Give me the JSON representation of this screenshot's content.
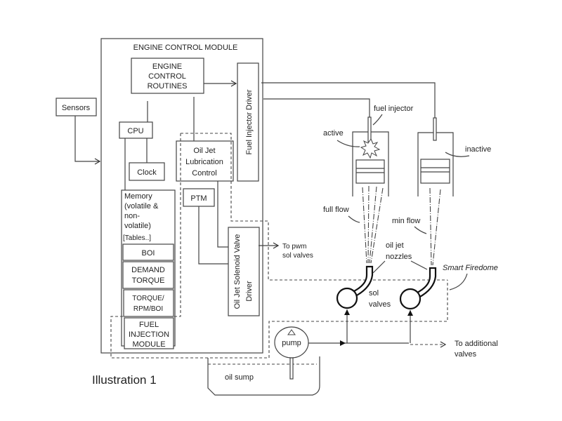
{
  "title": "Illustration 1",
  "ecm": {
    "label": "ENGINE CONTROL MODULE",
    "routines": [
      "ENGINE",
      "CONTROL",
      "ROUTINES"
    ],
    "cpu": "CPU",
    "clock": "Clock",
    "memory": [
      "Memory",
      "(volatile &",
      "non-",
      "volatile)"
    ],
    "tables_label": "[Tables..]",
    "tables": {
      "boi": "BOI",
      "demand_torque": [
        "DEMAND",
        "TORQUE"
      ],
      "torque_rpm_boi": [
        "TORQUE/",
        "RPM/BOI"
      ],
      "fuel_injection": [
        "FUEL",
        "INJECTION",
        "MODULE"
      ]
    },
    "oil_jet_control": [
      "Oil Jet",
      "Lubrication",
      "Control"
    ],
    "ptm": "PTM",
    "fuel_injector_driver": "Fuel Injector Driver",
    "solenoid_driver": [
      "Oil Jet  Solenoid Valve",
      "Driver"
    ]
  },
  "sensors": "Sensors",
  "pwm_label": [
    "To pwm",
    "sol valves"
  ],
  "engine": {
    "fuel_injector": "fuel injector",
    "active": "active",
    "inactive": "inactive",
    "full_flow": "full flow",
    "min_flow": "min flow",
    "oil_jet_nozzles": [
      "oil jet",
      "nozzles"
    ],
    "sol_valves": [
      "sol",
      "valves"
    ],
    "smart_firedome": "Smart Firedome"
  },
  "pump": "pump",
  "oil_sump": "oil sump",
  "additional_valves": [
    "To additional",
    "valves"
  ]
}
